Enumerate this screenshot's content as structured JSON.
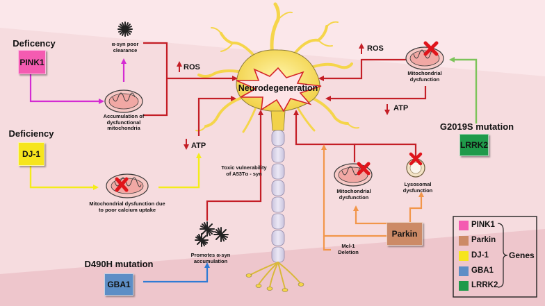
{
  "colors": {
    "background": "#f6dcdf",
    "pink1": "#f45bb1",
    "parkin": "#cc8a66",
    "dj1": "#f6e51d",
    "gba1": "#5d8ec6",
    "lrrk2": "#1f9a4a",
    "red_arrow": "#c41e26",
    "magenta_arrow": "#d42bd2",
    "yellow_arrow": "#f4ec1a",
    "orange_arrow": "#f2964a",
    "green_arrow": "#7cc35a",
    "blue_arrow": "#2f7bd4"
  },
  "labels": {
    "pink1_deficency": "Deficency",
    "pink1_gene": "PINK1",
    "asyn_clearance": "α-syn poor clearance",
    "accumulation": "Accumulation of dysfunctional mitochondria",
    "ros_left": "ROS",
    "dj1_deficiency": "Deficiency",
    "dj1_gene": "DJ-1",
    "atp_left": "ATP",
    "mito_dys_calcium": "Mitochondrial dysfunction due to poor calcium uptake",
    "neurodegeneration": "Neurodegeneration",
    "ros_right": "ROS",
    "mito_dys_top_right": "Mitochondrial dysfunction",
    "atp_right": "ATP",
    "g2019s": "G2019S mutation",
    "lrrk2_gene": "LRRK2",
    "toxic": "Toxic vulnerability of A53Tα - syn",
    "mito_dys_parkin": "Mitochondrial dysfunction",
    "lyso_dys": "Lysosomal dysfunction",
    "parkin_gene": "Parkin",
    "mcl1": "Mcl-1 Deletion",
    "promotes": "Promotes α-syn accumulation",
    "d490h": "D490H mutation",
    "gba1_gene": "GBA1"
  },
  "legend": {
    "items": [
      {
        "name": "PINK1",
        "color": "#f45bb1"
      },
      {
        "name": "Parkin",
        "color": "#cc8a66"
      },
      {
        "name": "DJ-1",
        "color": "#f6e51d"
      },
      {
        "name": "GBA1",
        "color": "#5d8ec6"
      },
      {
        "name": "LRRK2",
        "color": "#1f9a4a"
      }
    ],
    "group_label": "Genes"
  },
  "icons": [
    "mitochondrion-icon",
    "protein-aggregate-icon",
    "lysosome-icon",
    "cross-icon",
    "neuron-illustration"
  ]
}
